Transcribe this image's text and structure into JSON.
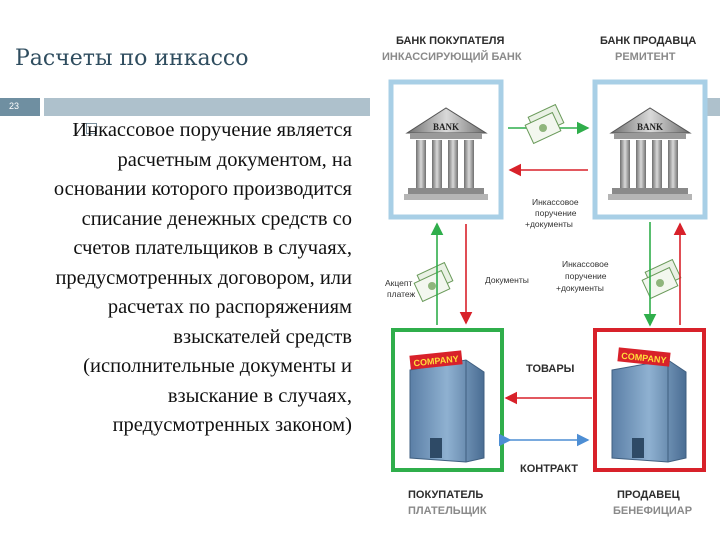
{
  "slide": {
    "title": "Расчеты по инкассо",
    "number": "23"
  },
  "body_text": "Инкассовое поручение является расчетным документом, на основании которого производится списание денежных средств со счетов плательщиков в случаях, предусмотренных договором, или расчетах по распоряжениям взыскателей средств (исполнительные документы и взыскание в случаях, предусмотренных законом)",
  "diagram": {
    "buyer_bank": {
      "title": "БАНК ПОКУПАТЕЛЯ",
      "subtitle": "ИНКАССИРУЮЩИЙ БАНК",
      "sign": "BANK"
    },
    "seller_bank": {
      "title": "БАНК ПРОДАВЦА",
      "subtitle": "РЕМИТЕНТ",
      "sign": "BANK"
    },
    "buyer": {
      "title": "ПОКУПАТЕЛЬ",
      "subtitle": "ПЛАТЕЛЬЩИК",
      "sign": "COMPANY"
    },
    "seller": {
      "title": "ПРОДАВЕЦ",
      "subtitle": "БЕНЕФИЦИАР",
      "sign": "COMPANY"
    },
    "labels": {
      "collection_order_1": [
        "Инкассовое",
        "поручение",
        "+документы"
      ],
      "collection_order_2": [
        "Инкассовое",
        "поручение",
        "+документы"
      ],
      "documents": "Документы",
      "acceptance": [
        "Акцепт",
        "платеж"
      ],
      "goods": "ТОВАРЫ",
      "contract": "КОНТРАКТ"
    },
    "colors": {
      "green": "#2fae4b",
      "red": "#d8212a",
      "blue": "#4d8ed4",
      "frame_blue": "#a8cfe6"
    }
  }
}
